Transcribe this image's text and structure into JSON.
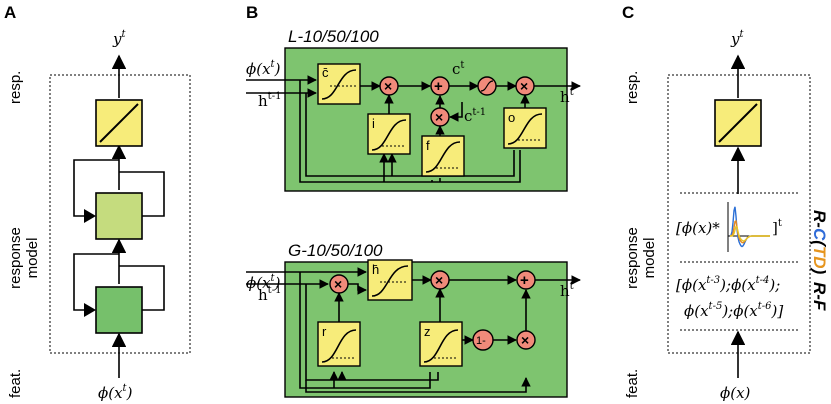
{
  "panels": {
    "A": {
      "letter": "A",
      "output": "y",
      "output_sup": "t",
      "input_sym": "ϕ",
      "input_arg": "(x",
      "input_sup": "t",
      "input_close": ")"
    },
    "B": {
      "letter": "B"
    },
    "C": {
      "letter": "C",
      "output": "y",
      "output_sup": "t",
      "input_sym": "ϕ",
      "input_arg": "(x)"
    }
  },
  "side_labels": {
    "resp": "resp.",
    "response": "response",
    "model": "model",
    "feat": "feat."
  },
  "lstm": {
    "title": "L-10/50/100",
    "input_sym": "ϕ",
    "input_arg": "(x",
    "input_sup": "t",
    "input_close": ")",
    "hprev": "h",
    "hprev_sup": "t-1",
    "hout": "h",
    "hout_sup": "t",
    "c": "c",
    "c_sup": "t",
    "cprev": "c",
    "cprev_sup": "t-1",
    "gates": {
      "cbar": "c̄",
      "i": "i",
      "f": "f",
      "o": "o"
    }
  },
  "gru": {
    "title": "G-10/50/100",
    "input_sym": "ϕ",
    "input_arg": "(x",
    "input_sup": "t",
    "input_close": ")",
    "hprev": "h",
    "hprev_sup": "t-1",
    "hout": "h",
    "hout_sup": "t",
    "gates": {
      "hbar": "h̄",
      "r": "r",
      "z": "z"
    },
    "one_minus": "1-"
  },
  "panel_c": {
    "conv": {
      "open": "[",
      "sym": "ϕ",
      "arg": "(x)",
      "star": "*",
      "close": "]",
      "sup": "t"
    },
    "fir": {
      "row1": {
        "open": "[",
        "sym1": "ϕ",
        "arg1": "(x",
        "sup1": "t-3",
        "mid": ");",
        "sym2": "ϕ",
        "arg2": "(x",
        "sup2": "t-4",
        "end": ");"
      },
      "row2": {
        "sym1": "ϕ",
        "arg1": "(x",
        "sup1": "t-5",
        "mid": ");",
        "sym2": "ϕ",
        "arg2": "(x",
        "sup2": "t-6",
        "end": ")]"
      }
    },
    "right_labels": {
      "rc_r": "R-",
      "rc_c": "C",
      "rc_open": "(",
      "rc_td": "TD",
      "rc_close": ")",
      "rf": "R-F"
    }
  },
  "colors": {
    "yellow": "#f7ec7a",
    "light_green": "#c5dc7e",
    "green": "#76c06b",
    "panel_green": "#7ec46f",
    "op_circle": "#f08a7a",
    "td_orange": "#e6951e",
    "c_blue": "#2f6bd8",
    "irf_blue": "#2a6fd6",
    "irf_orange": "#e48a22",
    "irf_yellow": "#e8c526"
  }
}
